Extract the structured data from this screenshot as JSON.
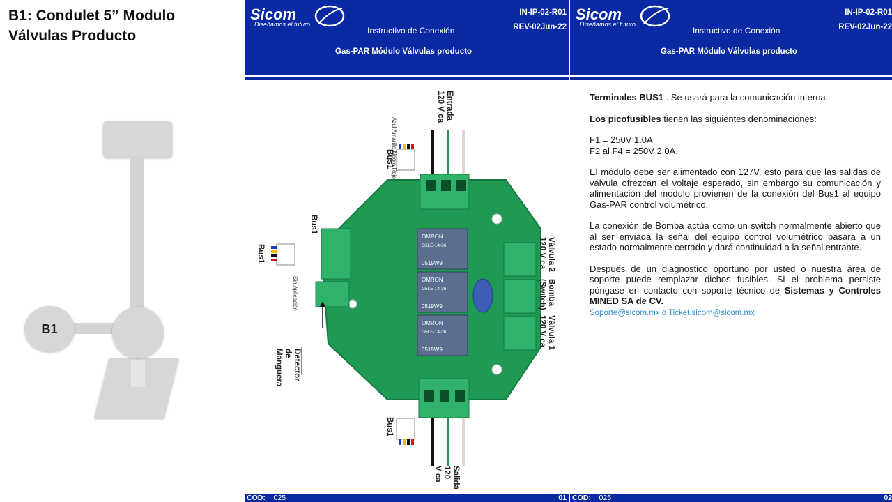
{
  "slide": {
    "title_line1": "B1: Condulet 5” Modulo",
    "title_line2": "Válvulas Producto",
    "node_label": "B1"
  },
  "pages": [
    {
      "doc_code": "IN-IP-02-R01",
      "revision": "REV-02Jun-22",
      "title": "Instructivo  de Conexión",
      "subtitle": "Gas-PAR Módulo  Válvulas producto",
      "footer_label": "COD:",
      "footer_code": "025",
      "page_number": "01"
    },
    {
      "doc_code": "IN-IP-02-R01",
      "revision": "REV-02Jun-22",
      "title": "Instructivo  de Conexión",
      "subtitle": "Gas-PAR Módulo  Válvulas producto",
      "footer_label": "COD:",
      "footer_code": "025",
      "page_number": "02"
    }
  ],
  "brand": {
    "logo_text": "Sicom",
    "tagline": "Diseñamos el futuro",
    "colors": {
      "header_blue": "#0a2aa4",
      "board_green": "#1f9a55",
      "terminal_green": "#2fb36a",
      "link_blue": "#2f8fcf"
    }
  },
  "board": {
    "top_connector": "Entrada\n120 V ca",
    "bottom_connector": "Salida\n120\nV ca",
    "bus_top": "Bus1",
    "bus_bottom": "Bus1",
    "bus_left": "Bus1",
    "bus_left_2": "Bus1",
    "wire_colors_label": "Azul Amarillo Negro Rojo",
    "sin_aplicacion": "Sin Aplicación",
    "detector": "Detector\nde\nManguera",
    "valve2": "Válvula 2\n120 V ca",
    "pump": "Bomba\n(Switch)",
    "valve1": "Válvula 1\n120 V ca",
    "relay_brand": "OMRON",
    "relay_model": "G5LE-14-36",
    "relay_code": "0519W9"
  },
  "text": {
    "p1_bold": "Terminales BUS1",
    "p1_rest": " . Se usará para  la comunicación interna.",
    "p2_bold": "Los picofusibles",
    "p2_rest": " tienen las siguientes denominaciones:",
    "fuse1": "F1 = 250V 1.0A",
    "fuse2": "F2 al F4 = 250V  2.0A.",
    "p3": "El módulo debe ser alimentado con 127V, esto para que las salidas de válvula ofrezcan el voltaje esperado, sin embargo su comunicación y alimentación del modulo provienen de la conexión del Bus1 al equipo Gas-PAR control volumétrico.",
    "p4": "La conexión de Bomba actúa como un switch normalmente abierto que al ser enviada la señal del equipo control volumétrico pasara a un estado normalmente cerrado y dará continuidad a la señal entrante.",
    "p5_rest": "Después de un diagnostico oportuno por usted o nuestra área de soporte puede remplazar dichos fusibles. Si el problema persiste póngase en contacto con soporte técnico de ",
    "p5_bold": "Sistemas y Controles MINED SA de CV.",
    "contact": "Soporte@sicom.mx o Ticket.sicom@sicom.mx"
  }
}
